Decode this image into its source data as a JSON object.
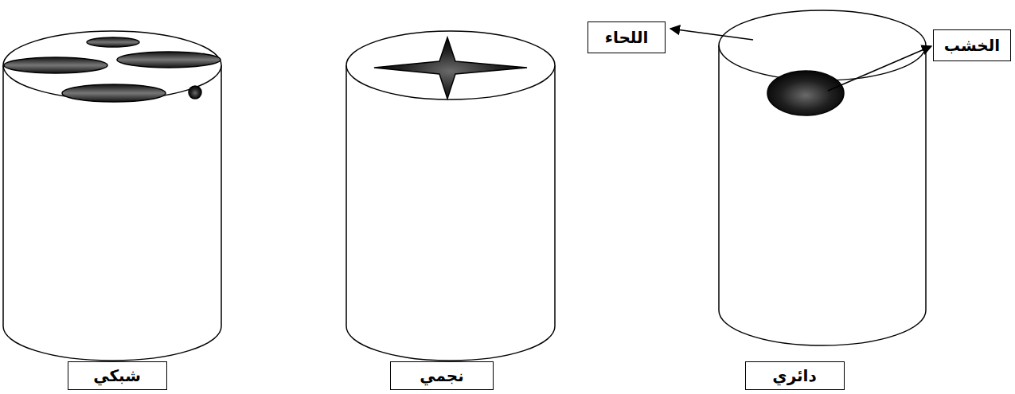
{
  "diagram": {
    "nodes": [
      {
        "text": [
          "اللحاء"
        ]
      },
      {
        "text": [
          "الخشب"
        ]
      },
      {
        "text": [
          "دائري"
        ]
      },
      {
        "text": [
          "نجمي"
        ]
      },
      {
        "text": [
          "شبكي"
        ]
      }
    ]
  }
}
